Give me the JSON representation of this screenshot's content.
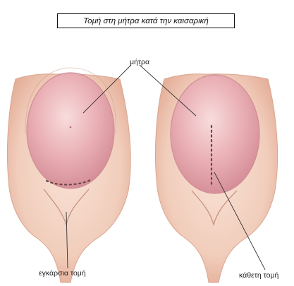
{
  "title": "Τομή στη μήτρα κατά την καισαρική",
  "labels": {
    "uterus": "μήτρα",
    "transverse_incision": "εγκάρσια τομή",
    "vertical_incision": "κάθετη τομή"
  },
  "colors": {
    "skin": "#f4d3c2",
    "skin_shadow": "#e7b8a3",
    "uterus": "#e8aab0",
    "uterus_highlight": "#f6d2d2",
    "incision": "#6a4a45",
    "line": "#333333"
  }
}
